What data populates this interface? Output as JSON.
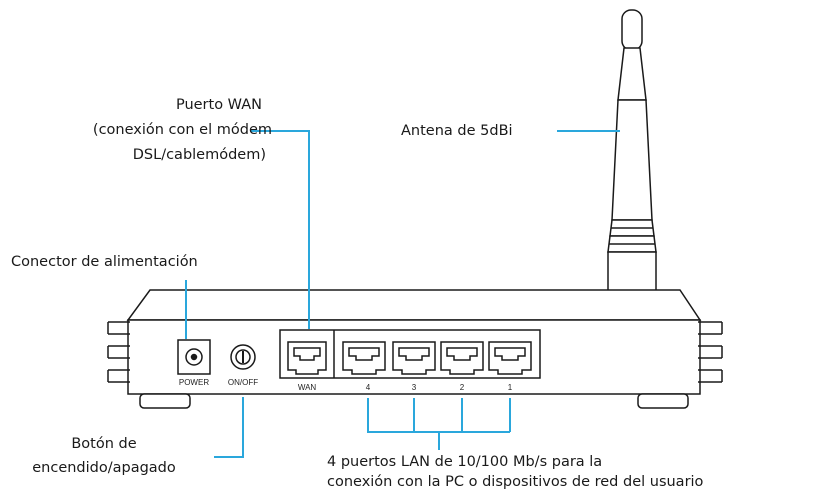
{
  "labels": {
    "wan_line1": "Puerto WAN",
    "wan_line2": "(conexión con el módem",
    "wan_line3": "DSL/cablemódem)",
    "antenna": "Antena de 5dBi",
    "power_connector": "Conector de alimentación",
    "button_line1": "Botón de",
    "button_line2": "encendido/apagado",
    "lan_line1": "4 puertos LAN de 10/100 Mb/s para la",
    "lan_line2": "conexión con  la PC o dispositivos de red del usuario"
  },
  "panel": {
    "power": "POWER",
    "onoff": "ON/OFF",
    "wan": "WAN",
    "port4": "4",
    "port3": "3",
    "port2": "2",
    "port1": "1"
  },
  "colors": {
    "leader": "#2aa7dc",
    "outline": "#1a1a1a"
  }
}
